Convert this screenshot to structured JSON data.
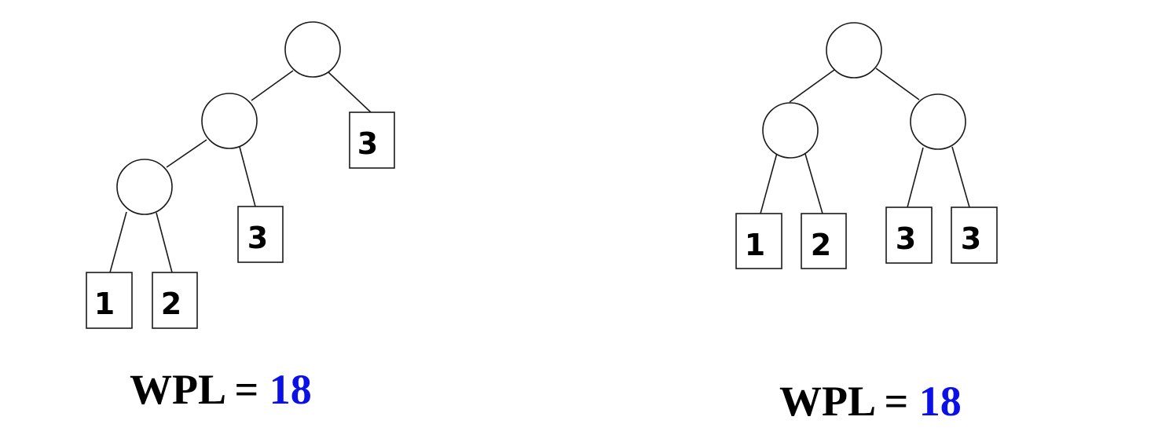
{
  "colors": {
    "stroke": "#1a1a1a",
    "wpl_value": "#0a10e6"
  },
  "left_tree": {
    "leaves": [
      "1",
      "2",
      "3",
      "3"
    ],
    "wpl_label": "WPL =",
    "wpl_value": "18"
  },
  "right_tree": {
    "leaves": [
      "1",
      "2",
      "3",
      "3"
    ],
    "wpl_label": "WPL =",
    "wpl_value": "18"
  }
}
